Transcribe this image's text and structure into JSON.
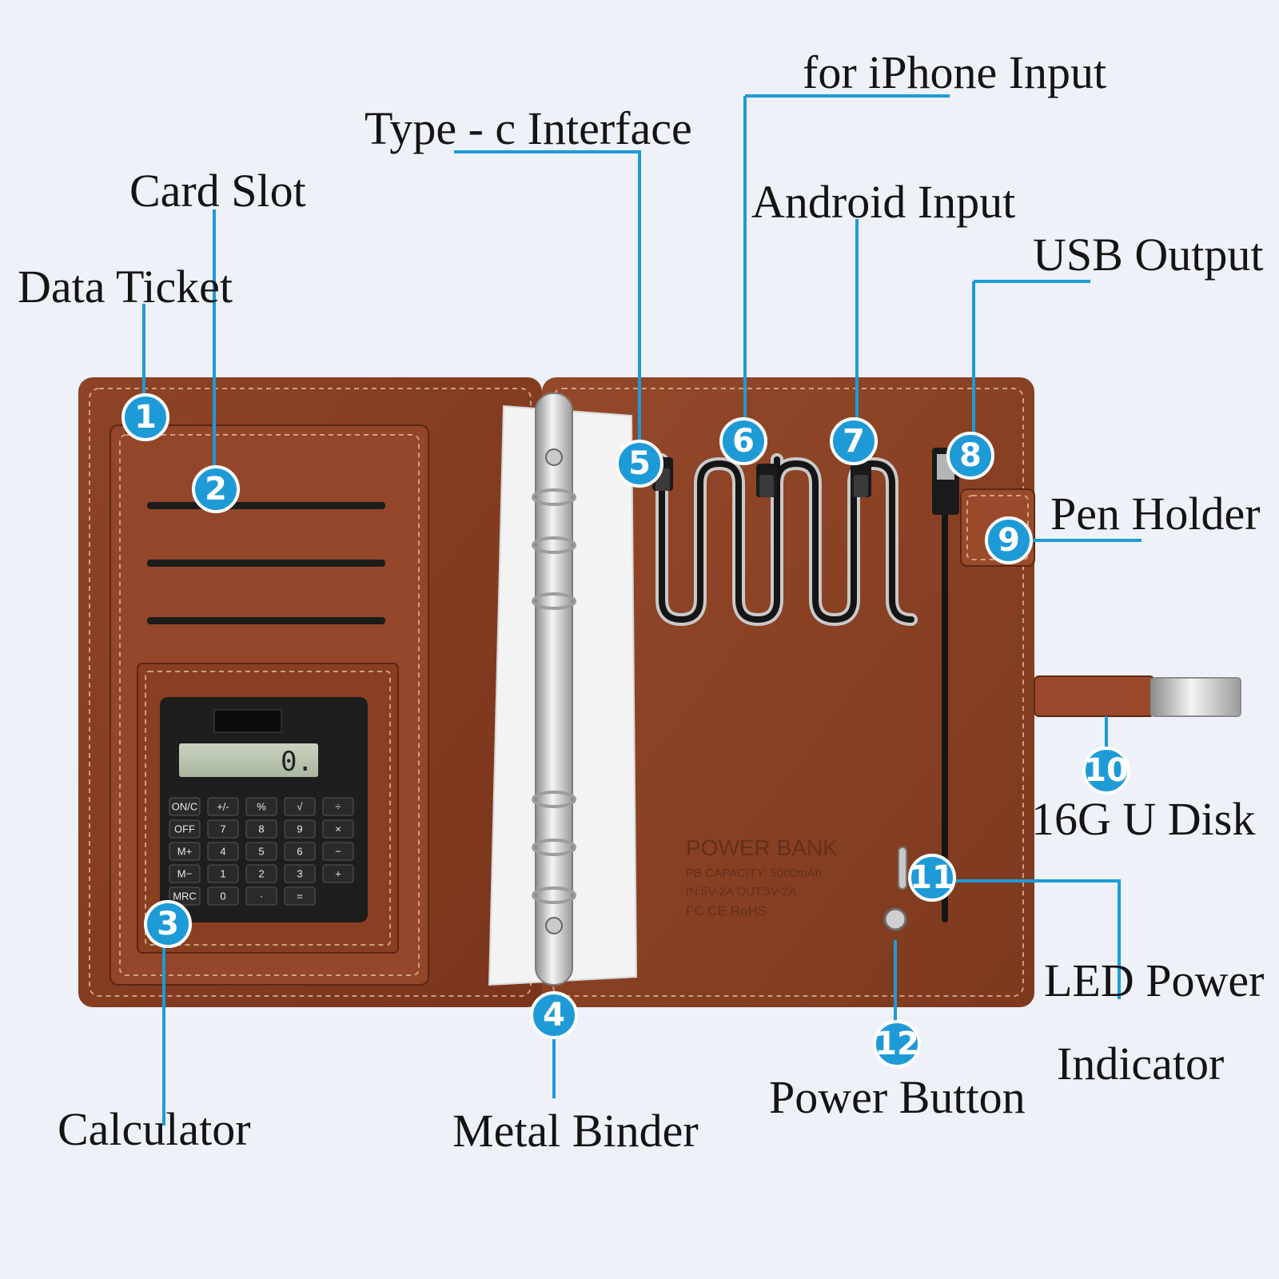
{
  "callouts": [
    {
      "num": "1",
      "label": "Data Ticket"
    },
    {
      "num": "2",
      "label": "Card Slot"
    },
    {
      "num": "3",
      "label": "Calculator"
    },
    {
      "num": "4",
      "label": "Metal Binder"
    },
    {
      "num": "5",
      "label": "Type - c Interface"
    },
    {
      "num": "6",
      "label": "for iPhone Input"
    },
    {
      "num": "7",
      "label": "Android Input"
    },
    {
      "num": "8",
      "label": "USB Output"
    },
    {
      "num": "9",
      "label": "Pen Holder"
    },
    {
      "num": "10",
      "label": "16G U Disk"
    },
    {
      "num": "11",
      "label_line1": "LED Power",
      "label_line2": "Indicator"
    },
    {
      "num": "12",
      "label": "Power Button"
    }
  ],
  "power_bank_text": {
    "title": "POWER BANK",
    "line1": "PB CAPACITY: 5000mAh",
    "line2": "IN:5V-2A    OUT:5V-2A",
    "line3": "FC CE RoHS"
  },
  "calculator": {
    "display": "0.",
    "keys": [
      "ON/C",
      "+/-",
      "%",
      "√",
      "÷",
      "OFF",
      "7",
      "8",
      "9",
      "×",
      "M+",
      "4",
      "5",
      "6",
      "−",
      "M−",
      "1",
      "2",
      "3",
      "+",
      "MRC",
      "0",
      "·",
      "="
    ]
  },
  "colors": {
    "leather": "#8a3f22",
    "leather_dark": "#6b2d17",
    "stitch": "#e0b898",
    "accent_blue": "#1e9bd7",
    "background": "#eef1f7"
  }
}
